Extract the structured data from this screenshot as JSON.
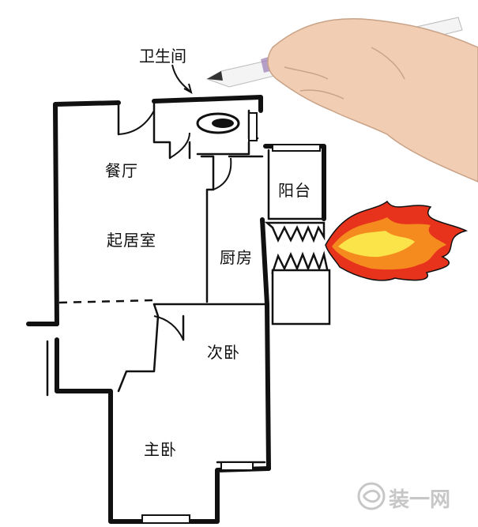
{
  "annotation": {
    "label": "卫生间"
  },
  "rooms": [
    {
      "id": "dining",
      "label": "餐厅"
    },
    {
      "id": "living",
      "label": "起居室"
    },
    {
      "id": "balcony",
      "label": "阳台"
    },
    {
      "id": "kitchen",
      "label": "厨房"
    },
    {
      "id": "second-bedroom",
      "label": "次卧"
    },
    {
      "id": "master-bedroom",
      "label": "主卧"
    }
  ],
  "watermark": {
    "text": "装一网"
  },
  "colors": {
    "wall": "#111111",
    "flame_outer": "#e8331c",
    "flame_mid": "#f58a1f",
    "flame_inner": "#fbe34a",
    "skin": "#f1cdb3",
    "pencil": "#f4f4f4"
  }
}
